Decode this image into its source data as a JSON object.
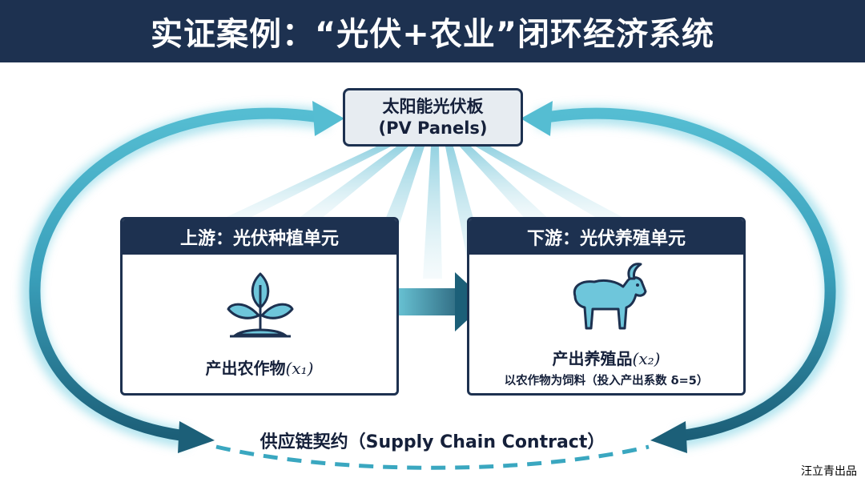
{
  "title": "实证案例：“光伏+农业”闭环经济系统",
  "pv_panel": {
    "line1": "太阳能光伏板",
    "line2": "(PV Panels)"
  },
  "upstream": {
    "title": "上游：光伏种植单元",
    "output_label": "产出农作物",
    "output_symbol": "(x₁)",
    "icon": "plant-sprout-icon"
  },
  "downstream": {
    "title": "下游：光伏养殖单元",
    "output_label": "产出养殖品",
    "output_symbol": "(x₂)",
    "note": "以农作物为饲料（投入产出系数 δ=5）",
    "icon": "goat-icon"
  },
  "contract": "供应链契约（Supply Chain Contract）",
  "credit": "汪立青出品",
  "colors": {
    "navy": "#1d3150",
    "teal": "#3aa7c0",
    "teal_dark": "#1c5f78",
    "panel_bg": "#e7ecf1"
  }
}
